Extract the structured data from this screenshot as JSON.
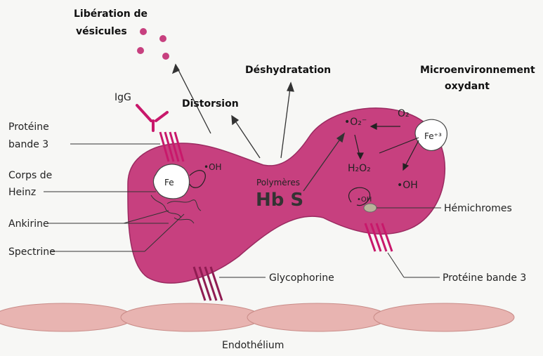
{
  "colors": {
    "cell_fill": "#c7407f",
    "cell_stroke": "#9a2a60",
    "protein": "#c8186b",
    "protein_dark": "#8f1c52",
    "endothelium": "#e8b4b1",
    "iron_fill": "#ffffff",
    "hemichrome": "#b9b29a"
  },
  "labels": {
    "vesicles_line1": "Libération de",
    "vesicles_line2": "vésicules",
    "dehydration": "Déshydratation",
    "micro_line1": "Microenvironnement",
    "micro_line2": "oxydant",
    "distortion": "Distorsion",
    "igg": "IgG",
    "band3_left_line1": "Protéine",
    "band3_left_line2": "bande 3",
    "heinz_line1": "Corps de",
    "heinz_line2": "Heinz",
    "ankyrin": "Ankirine",
    "spectrin": "Spectrine",
    "polymers": "Polymères",
    "hbs": "Hb S",
    "hemichromes": "Hémichromes",
    "glycophorin": "Glycophorine",
    "band3_right": "Protéine bande 3",
    "endothelium": "Endothélium"
  },
  "chem": {
    "oh_left": "•OH",
    "superoxide": "•O₂⁻",
    "o2": "O₂",
    "fe3": "Fe⁺³",
    "h2o2": "H₂O₂",
    "oh_right": "•OH",
    "oh_hemi": "•OH",
    "fe_heinz": "Fe"
  }
}
